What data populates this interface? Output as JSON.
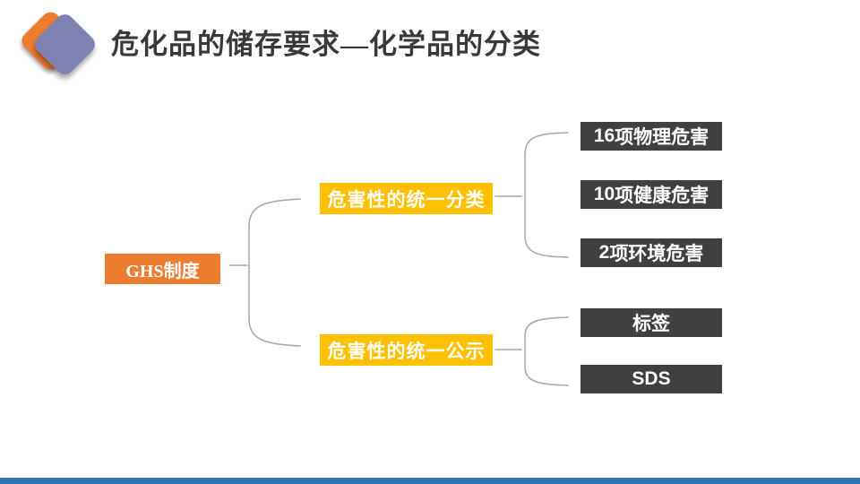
{
  "slide": {
    "title": "危化品的储存要求—化学品的分类"
  },
  "diagram": {
    "root": {
      "label": "GHS制度"
    },
    "branches": [
      {
        "label": "危害性的统一分类",
        "children": [
          {
            "prefix": "16",
            "label": "项物理危害"
          },
          {
            "prefix": "10",
            "label": "项健康危害"
          },
          {
            "prefix": "2",
            "label": "项环境危害"
          }
        ]
      },
      {
        "label": "危害性的统一公示",
        "children": [
          {
            "prefix": "",
            "label": "标签"
          },
          {
            "prefix": "SDS",
            "label": ""
          }
        ]
      }
    ]
  },
  "icons": {
    "logo_back": "orange-diamond",
    "logo_front": "purple-diamond"
  },
  "colors": {
    "orange": "#ED7D31",
    "yellow": "#FFC000",
    "dark": "#404040",
    "purple": "#7F81B3",
    "line": "#A6A6A6",
    "title": "#3B3838",
    "footer": "#2E75B6"
  }
}
